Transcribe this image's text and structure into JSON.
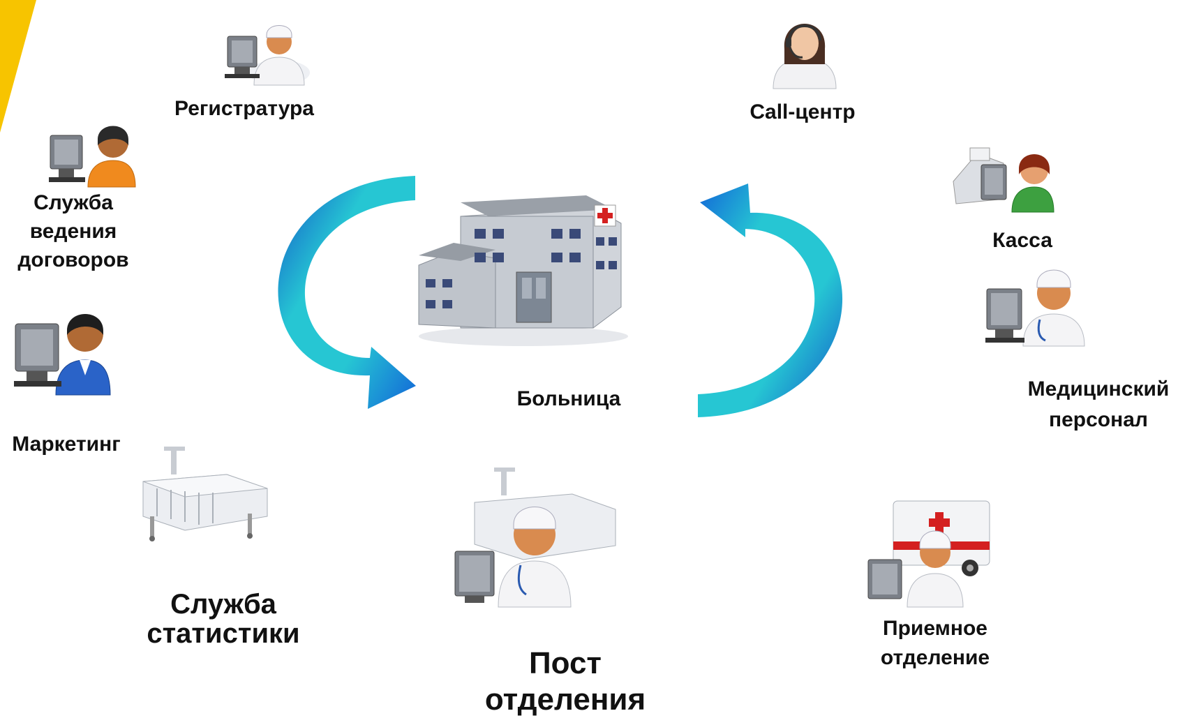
{
  "nodes": {
    "registratura": {
      "lines": [
        "Регистратура"
      ],
      "icon": "receptionist-at-computer-icon"
    },
    "callcenter": {
      "lines": [
        "Call-центр"
      ],
      "icon": "call-center-operator-icon"
    },
    "contracts": {
      "lines": [
        "Служба",
        "ведения",
        "договоров"
      ],
      "icon": "clerk-at-computer-icon"
    },
    "kassa": {
      "lines": [
        "Касса"
      ],
      "icon": "cashier-register-icon"
    },
    "marketing": {
      "lines": [
        "Маркетинг"
      ],
      "icon": "manager-at-computer-icon"
    },
    "medstaff": {
      "lines": [
        "Медицинский",
        "персонал"
      ],
      "icon": "doctor-stethoscope-icon"
    },
    "hospital": {
      "lines": [
        "Больница"
      ],
      "icon": "hospital-building-icon"
    },
    "statistics": {
      "lines": [
        "Служба",
        "статистики"
      ],
      "icon": "hospital-bed-icon"
    },
    "ward": {
      "lines": [
        "Пост",
        "отделения"
      ],
      "icon": "nurse-post-bed-icon"
    },
    "admission": {
      "lines": [
        "Приемное",
        "отделение"
      ],
      "icon": "ambulance-doctor-icon"
    }
  },
  "colors": {
    "arrow_light": "#2ad0d6",
    "arrow_dark": "#1252c8",
    "accent_yellow": "#f7c400"
  }
}
